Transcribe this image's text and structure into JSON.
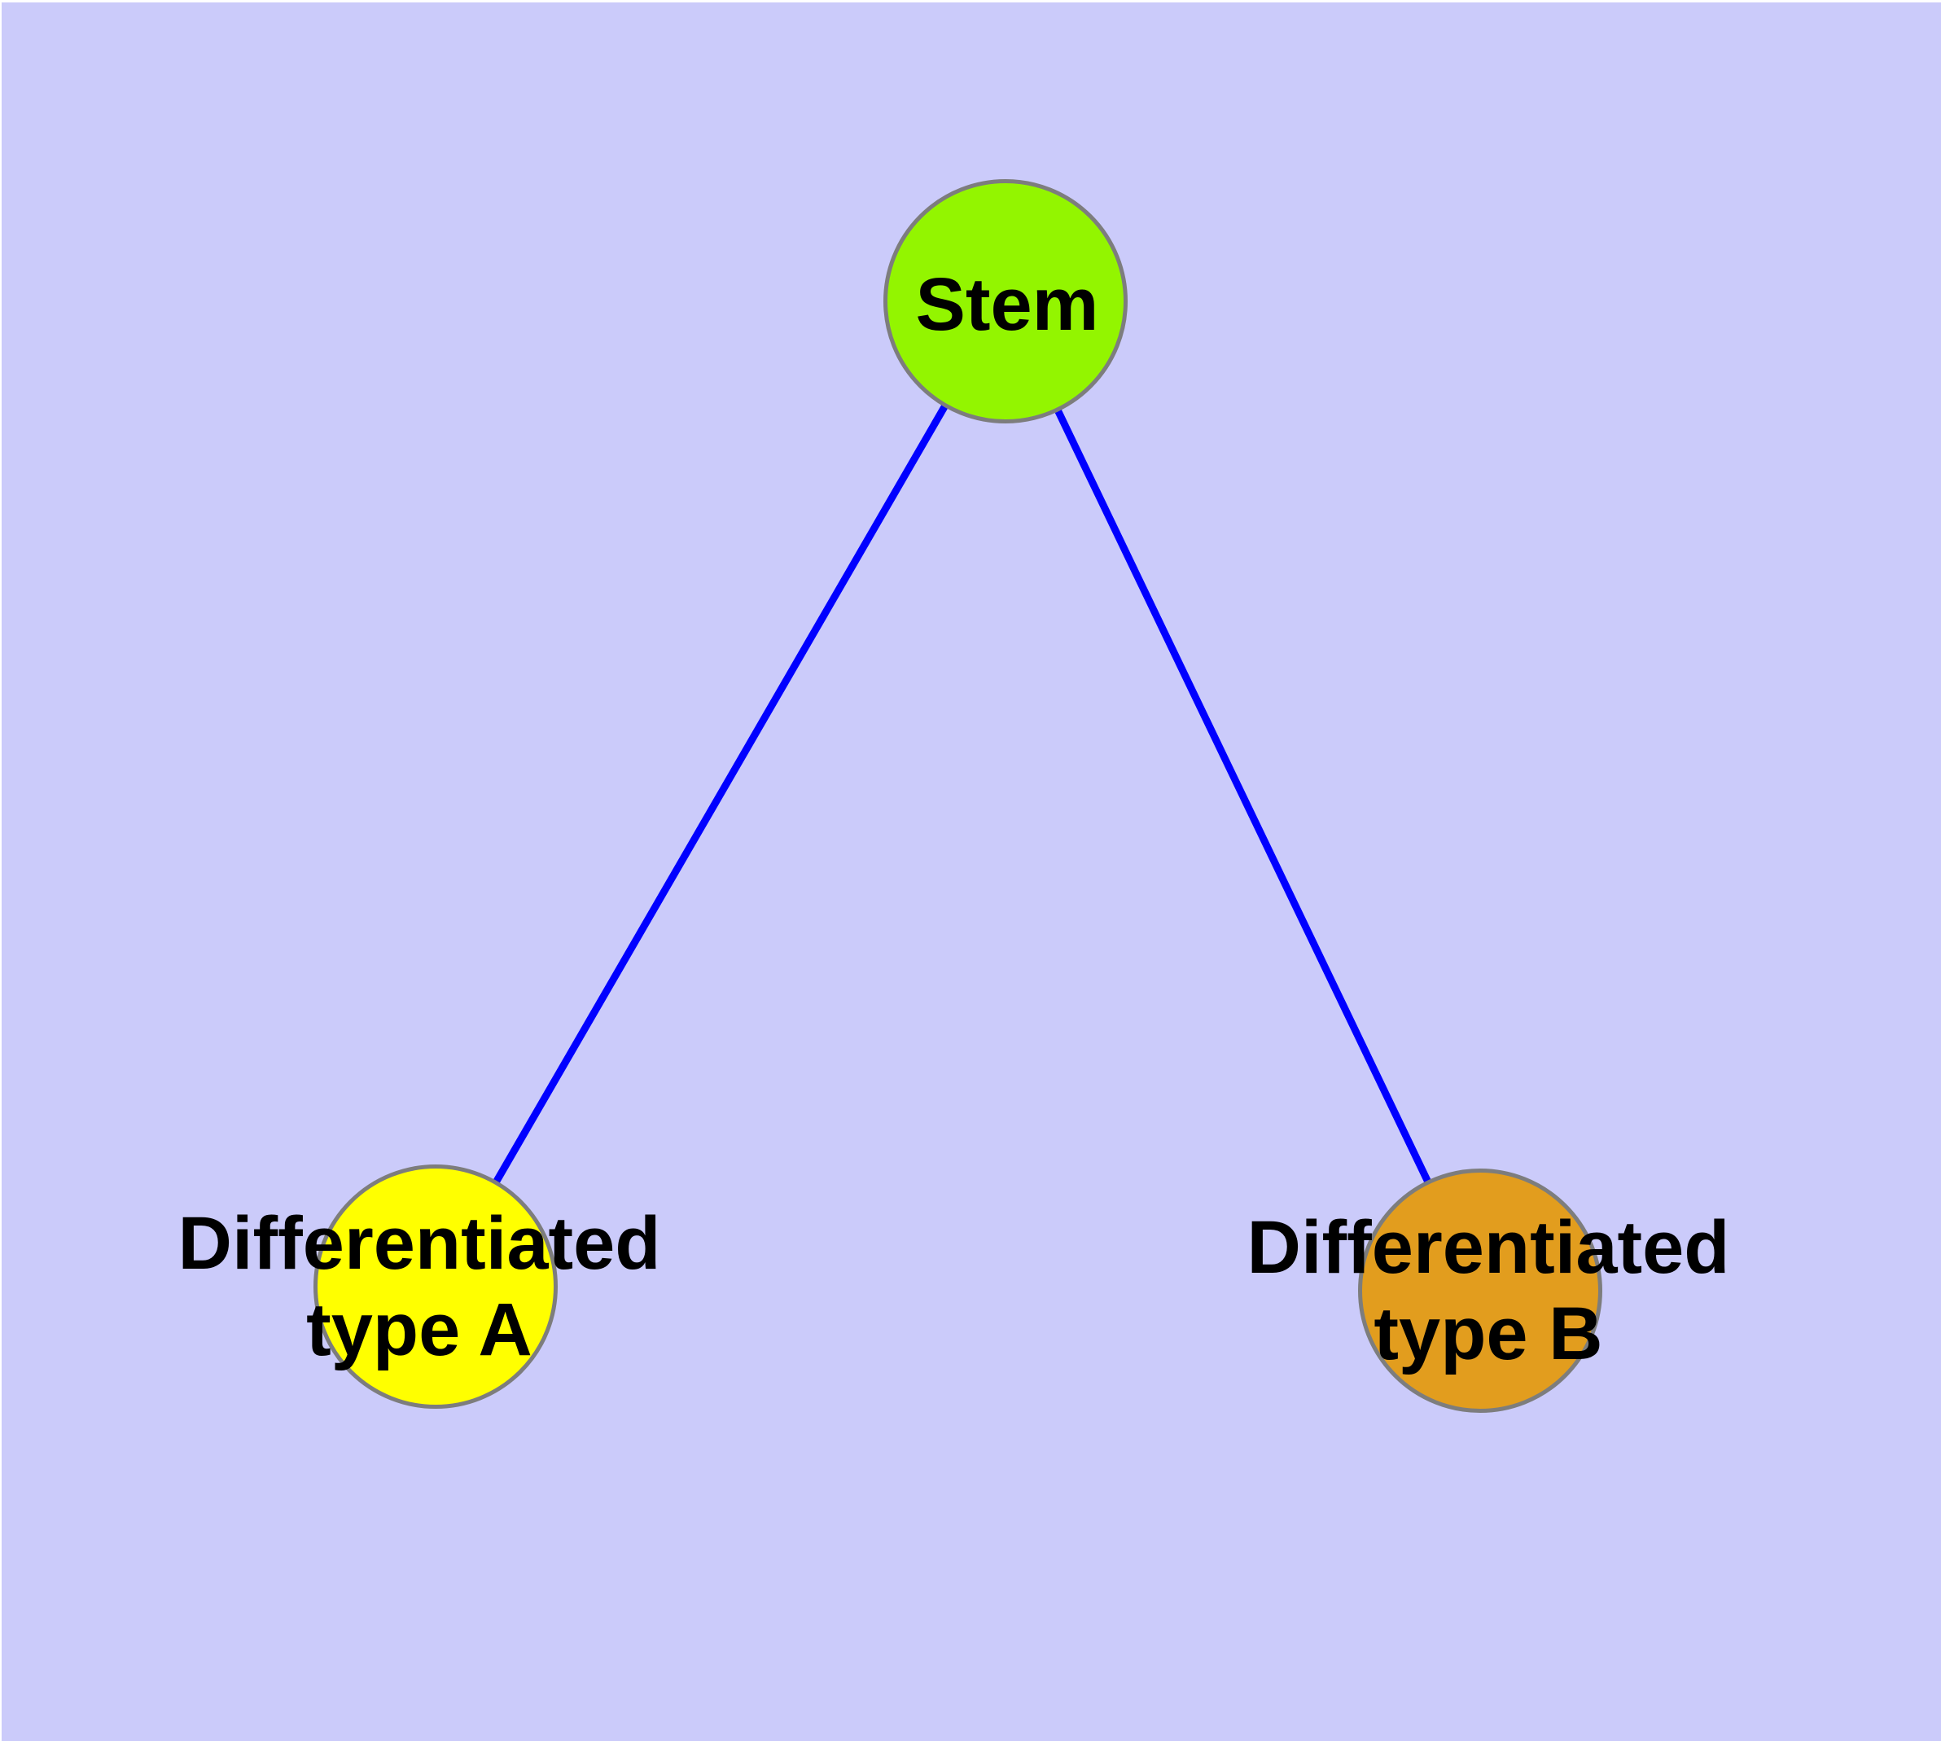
{
  "figure": {
    "type": "node-link-diagram",
    "background": "#CBCBFA",
    "page_background": "#FFFFFF",
    "edge_color": "#0000FF",
    "node_border_color": "#7D7D7D",
    "label_color": "#000000",
    "nodes": [
      {
        "id": "stem",
        "label": "Stem",
        "fill": "#93F500",
        "shape": "circle"
      },
      {
        "id": "differentiated-type-a",
        "label_line1": "Differentiated",
        "label_line2": "type A",
        "fill": "#FFFF00",
        "shape": "circle"
      },
      {
        "id": "differentiated-type-b",
        "label_line1": "Differentiated",
        "label_line2": "type B",
        "fill": "#E29D1E",
        "shape": "circle"
      }
    ],
    "edges": [
      {
        "from": "stem",
        "to": "differentiated-type-a"
      },
      {
        "from": "stem",
        "to": "differentiated-type-b"
      }
    ]
  }
}
